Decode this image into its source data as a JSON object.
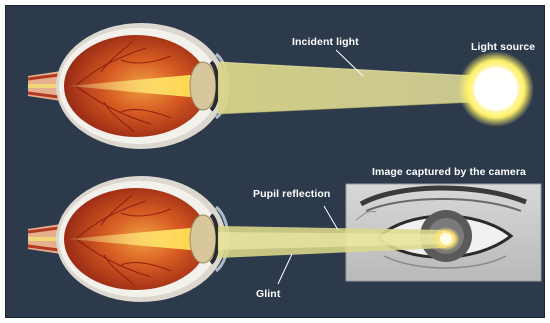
{
  "labels": {
    "incident_light": "Incident light",
    "light_source": "Light source",
    "captured_image": "Image captured by the camera",
    "pupil_reflection": "Pupil reflection",
    "glint": "Glint"
  },
  "colors": {
    "background": "#2d3a4c",
    "beam": "#dcd88a",
    "sclera": "#f1efe9",
    "retina": "#c4431f",
    "lens": "#d7c69a",
    "light": "#fff6b0"
  },
  "icons": {
    "eye": "eye-cross-section-icon",
    "source": "light-source-icon"
  }
}
